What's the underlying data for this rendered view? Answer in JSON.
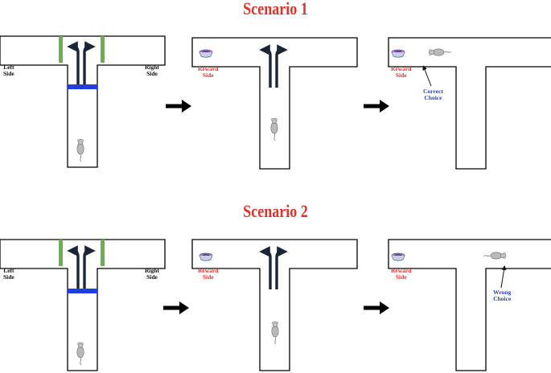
{
  "scenario1": {
    "title": "Scenario 1",
    "panel1": {
      "left_side_line1": "Left",
      "left_side_line2": "Side",
      "right_side_line1": "Right",
      "right_side_line2": "Side"
    },
    "panel2": {
      "reward_line1": "Reward",
      "reward_line2": "Side"
    },
    "panel3": {
      "reward_line1": "Reward",
      "reward_line2": "Side",
      "choice_line1": "Correct",
      "choice_line2": "Choice"
    }
  },
  "scenario2": {
    "title": "Scenario 2",
    "panel1": {
      "left_side_line1": "Left",
      "left_side_line2": "Side",
      "right_side_line1": "Right",
      "right_side_line2": "Side"
    },
    "panel2": {
      "reward_line1": "Reward",
      "reward_line2": "Side"
    },
    "panel3": {
      "reward_line1": "Reward",
      "reward_line2": "Side",
      "choice_line1": "Wrong",
      "choice_line2": "Choice"
    }
  },
  "colors": {
    "title": "#e0322b",
    "reward_label": "#e0322b",
    "choice_label": "#2a3fc8",
    "door": "#6ab04c",
    "barrier": "#1f3fe0",
    "path_arrow": "#1a2638",
    "transition_arrow": "#000000",
    "maze_wall": "#000000",
    "bowl": "#8a5cc9"
  },
  "icons": [
    "rat-icon",
    "food-bowl-icon",
    "path-arrow-icon",
    "transition-arrow-icon"
  ]
}
